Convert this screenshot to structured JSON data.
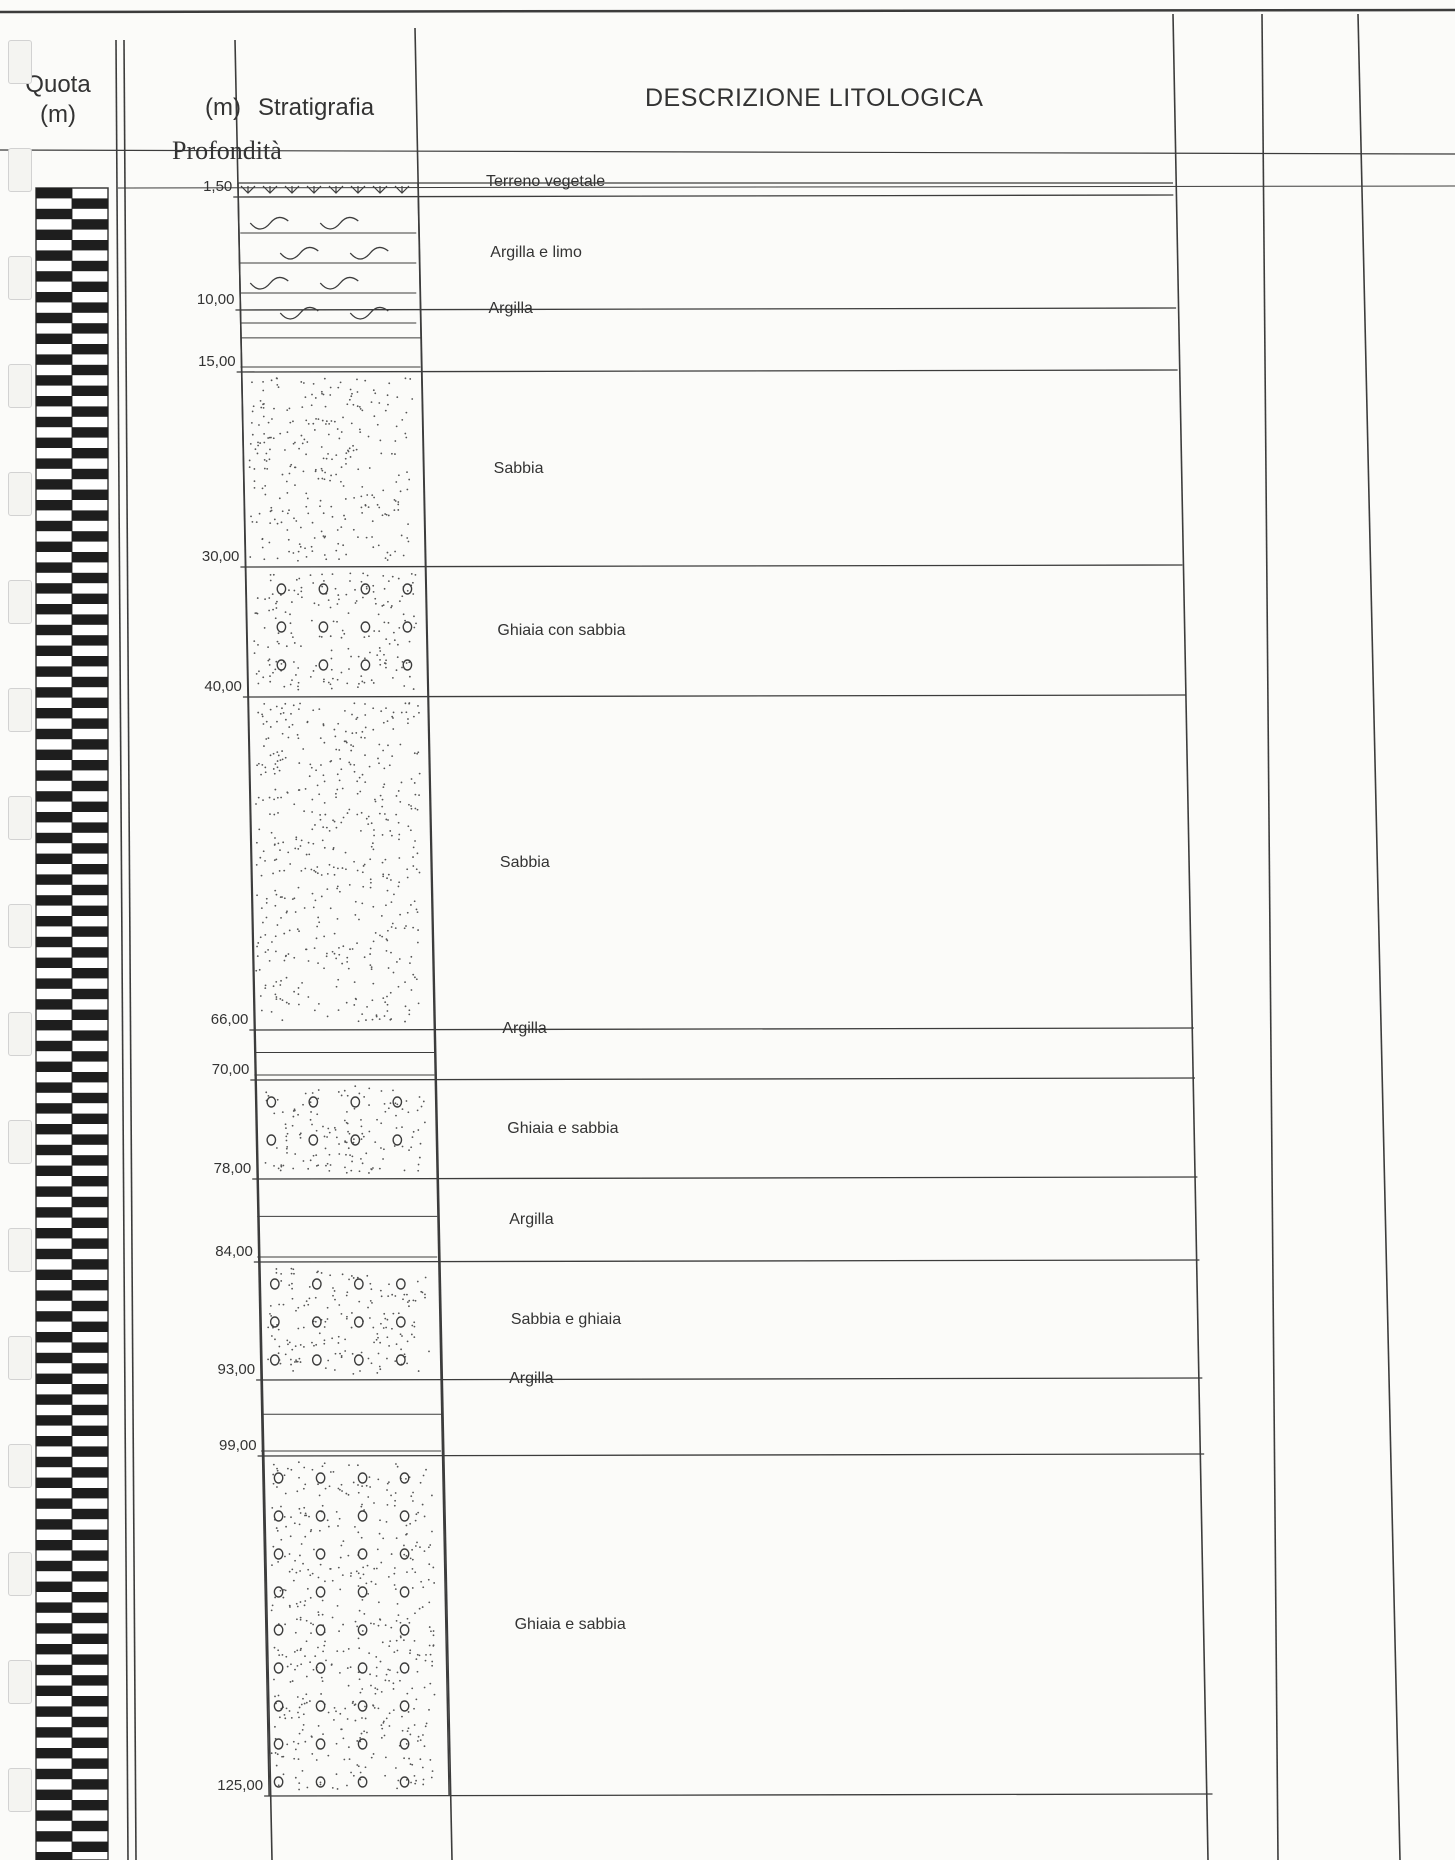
{
  "header": {
    "quota_line1": "Quota",
    "quota_line2": "(m)",
    "depth_unit": "(m)",
    "stratigraphy": "Stratigrafia",
    "depth": "Profondità",
    "description": "DESCRIZIONE LITOLOGICA"
  },
  "layers": [
    {
      "depth": "1,50",
      "lithology": "Terreno vegetale",
      "pattern": "vegetal"
    },
    {
      "depth": "10,00",
      "lithology": "Argilla e limo",
      "pattern": "clay-silt"
    },
    {
      "depth": "15,00",
      "lithology": "Argilla",
      "pattern": "clay"
    },
    {
      "depth": "30,00",
      "lithology": "Sabbia",
      "pattern": "sand"
    },
    {
      "depth": "40,00",
      "lithology": "Ghiaia con sabbia",
      "pattern": "gravel-sand"
    },
    {
      "depth": "66,00",
      "lithology": "Sabbia",
      "pattern": "sand"
    },
    {
      "depth": "70,00",
      "lithology": "Argilla",
      "pattern": "clay"
    },
    {
      "depth": "78,00",
      "lithology": "Ghiaia e sabbia",
      "pattern": "gravel-sand"
    },
    {
      "depth": "84,00",
      "lithology": "Argilla",
      "pattern": "clay"
    },
    {
      "depth": "93,00",
      "lithology": "Sabbia e ghiaia",
      "pattern": "gravel-sand"
    },
    {
      "depth": "99,00",
      "lithology": "Argilla",
      "pattern": "clay"
    },
    {
      "depth": "125,00",
      "lithology": "Ghiaia e sabbia",
      "pattern": "gravel-sand"
    }
  ]
}
